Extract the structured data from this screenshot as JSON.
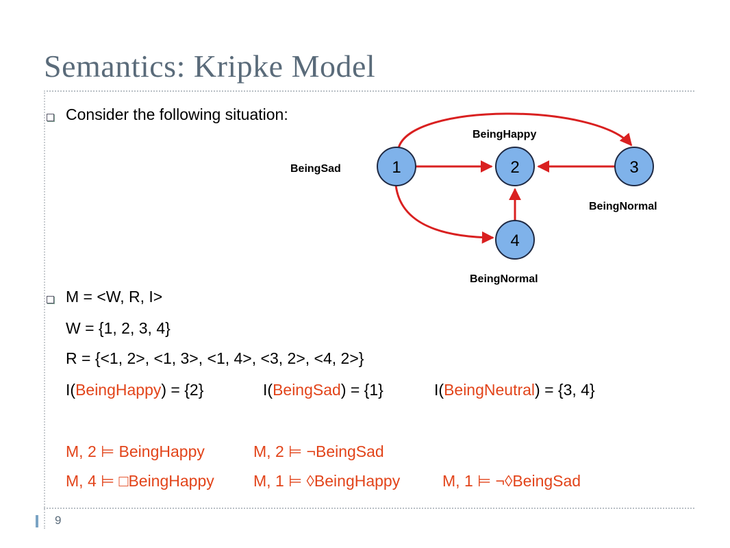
{
  "slide": {
    "title": "Semantics: Kripke Model",
    "page_number": "9"
  },
  "bullets": {
    "consider": "Consider the following situation:",
    "model": "M = <W, R, I>"
  },
  "definitions": {
    "worlds": "W = {1,  2, 3, 4}",
    "relation": "R = {<1, 2>, <1, 3>, <1, 4>, <3, 2>, <4, 2>}",
    "interp_happy": {
      "pre": "I(",
      "prop": "BeingHappy",
      "post": ") =  {2}"
    },
    "interp_sad": {
      "pre": "I(",
      "prop": "BeingSad",
      "post": ") = {1}"
    },
    "interp_neutral": {
      "pre": "I(",
      "prop": "BeingNeutral",
      "post": ") = {3, 4}"
    }
  },
  "entailments": {
    "row1": [
      "M, 2 ⊨ BeingHappy",
      "M, 2 ⊨ ¬BeingSad"
    ],
    "row2": [
      "M, 4 ⊨ □BeingHappy",
      "M, 1 ⊨ ◊BeingHappy",
      "M, 1 ⊨ ¬◊BeingSad"
    ]
  },
  "graph": {
    "nodes": [
      "1",
      "2",
      "3",
      "4"
    ],
    "labels": {
      "node1": "BeingSad",
      "node2": "BeingHappy",
      "node3": "BeingNormal",
      "node4": "BeingNormal"
    },
    "edges": [
      [
        "1",
        "2"
      ],
      [
        "1",
        "3"
      ],
      [
        "1",
        "4"
      ],
      [
        "3",
        "2"
      ],
      [
        "4",
        "2"
      ]
    ],
    "colors": {
      "node_fill": "#7fb2ea",
      "edge": "#d92020",
      "accent_text": "#e2441a"
    }
  }
}
